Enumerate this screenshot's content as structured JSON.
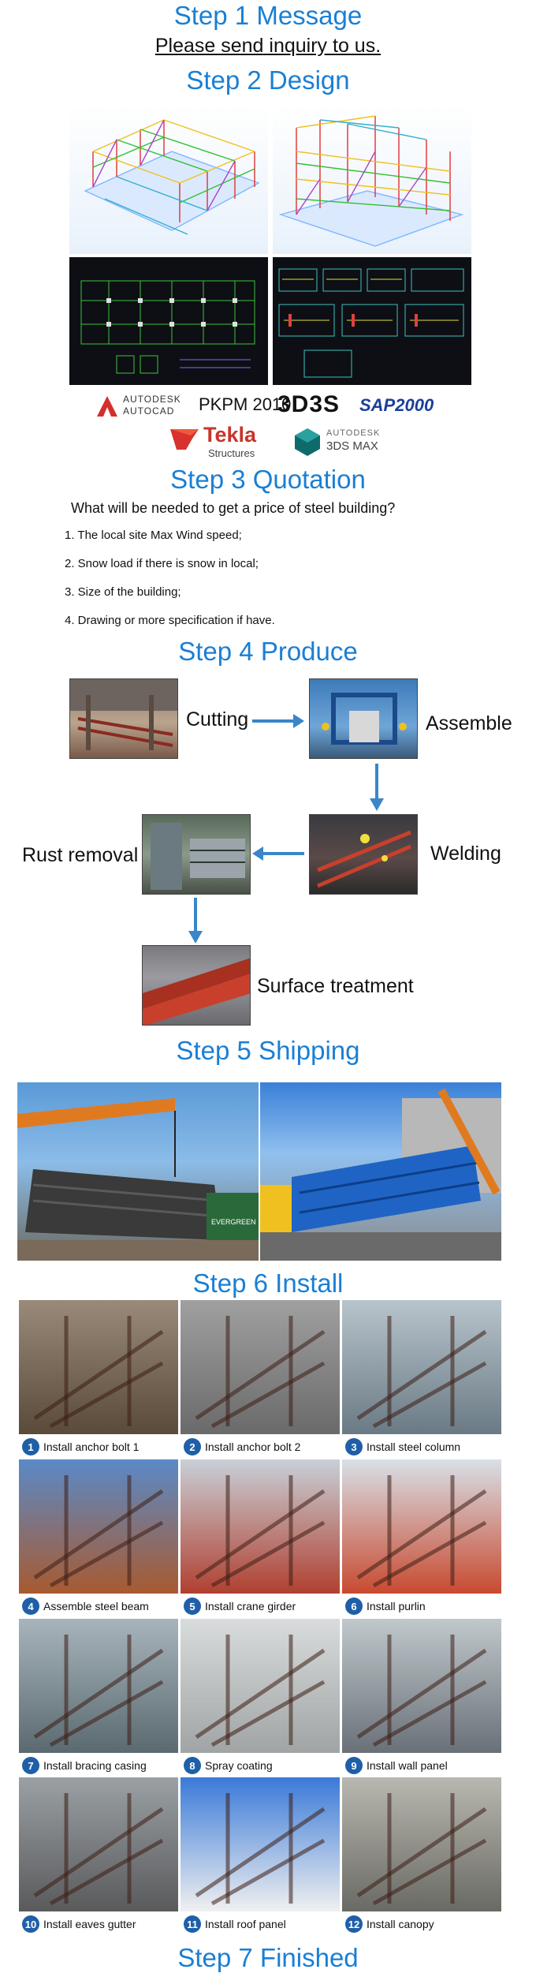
{
  "steps": {
    "step1": "Step 1 Message",
    "step1_sub": "Please send inquiry to us.",
    "step2": "Step 2 Design",
    "step3": "Step 3 Quotation",
    "step4": "Step 4 Produce",
    "step5": "Step 5 Shipping",
    "step6": "Step 6 Install",
    "step7": "Step 7 Finished"
  },
  "software": {
    "autodesk": "AUTODESK",
    "autocad": "AUTOCAD",
    "pkpm": "PKPM 2010",
    "d3s": "3D3S",
    "sap": "SAP2000",
    "tekla": "Tekla",
    "tekla_sub": "Structures",
    "max_autodesk": "AUTODESK",
    "max": "3DS MAX"
  },
  "quotation": {
    "question": "What will be needed to get a price of steel building?",
    "items": [
      "1. The local site Max Wind speed;",
      "2. Snow load if there is snow in local;",
      "3. Size of the building;",
      "4. Drawing or more specification if have."
    ]
  },
  "produce": {
    "cutting": "Cutting",
    "assemble": "Assemble",
    "welding": "Welding",
    "rust": "Rust removal",
    "surface": "Surface treatment"
  },
  "shipping": {
    "truck_text": "EVERGREEN"
  },
  "install": [
    {
      "num": "1",
      "label": "Install anchor bolt 1"
    },
    {
      "num": "2",
      "label": "Install anchor bolt 2"
    },
    {
      "num": "3",
      "label": "Install steel column"
    },
    {
      "num": "4",
      "label": "Assemble steel beam"
    },
    {
      "num": "5",
      "label": "Install crane girder"
    },
    {
      "num": "6",
      "label": "Install purlin"
    },
    {
      "num": "7",
      "label": "Install bracing casing"
    },
    {
      "num": "8",
      "label": "Spray coating"
    },
    {
      "num": "9",
      "label": "Install wall panel"
    },
    {
      "num": "10",
      "label": "Install eaves gutter"
    },
    {
      "num": "11",
      "label": "Install roof panel"
    },
    {
      "num": "12",
      "label": "Install canopy"
    }
  ],
  "colors": {
    "step_blue": "#1a7fd4",
    "arrow_blue": "#3a86c8",
    "badge_blue": "#1f5fa8",
    "steel_red": "#c8402c",
    "panel_blue": "#1f64c4"
  }
}
